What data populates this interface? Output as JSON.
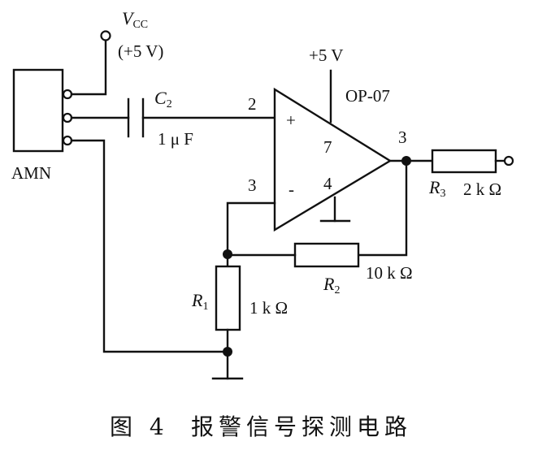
{
  "figure": {
    "caption_number": "图 4",
    "caption_title": "报警信号探测电路"
  },
  "components": {
    "sensor": {
      "label": "AMN"
    },
    "vcc": {
      "symbol": "V",
      "subscript": "CC",
      "value": "(+5 V)"
    },
    "c2": {
      "symbol": "C",
      "subscript": "2",
      "value": "1 μ F"
    },
    "opamp": {
      "model": "OP-07",
      "supply": "+5 V",
      "pin_noninv": "2",
      "pin_inv": "3",
      "pin_vplus": "7",
      "pin_vminus": "4",
      "pin_out": "3",
      "sign_plus": "+",
      "sign_minus": "-"
    },
    "r1": {
      "symbol": "R",
      "subscript": "1",
      "value": "1 k Ω"
    },
    "r2": {
      "symbol": "R",
      "subscript": "2",
      "value": "10 k Ω"
    },
    "r3": {
      "symbol": "R",
      "subscript": "3",
      "value": "2 k Ω"
    }
  }
}
